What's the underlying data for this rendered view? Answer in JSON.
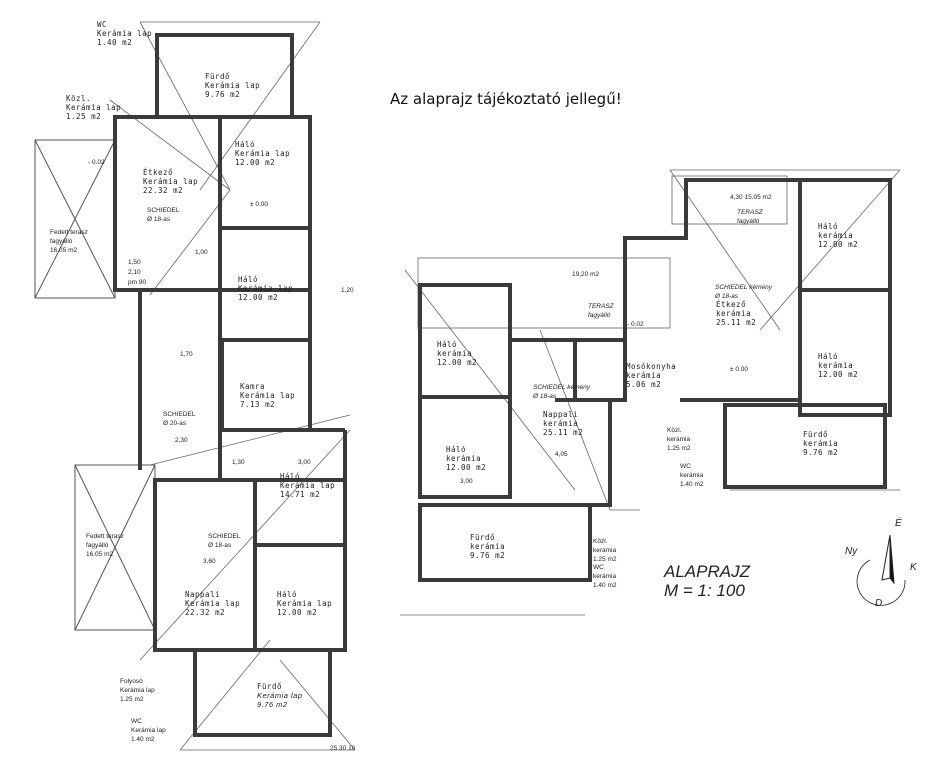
{
  "note": "Az alaprajz tájékoztató jellegű!",
  "title": {
    "line1": "ALAPRAJZ",
    "line2": "M = 1: 100"
  },
  "compass": {
    "n": "É",
    "e": "K",
    "s": "D",
    "w": "Ny"
  },
  "left_plan": {
    "wc_top": [
      "WC",
      "Kerámia lap",
      "1.40 m2"
    ],
    "kozl_top": [
      "Közl.",
      "Kerámia lap",
      "1.25 m2"
    ],
    "furdo_top": [
      "Fürdő",
      "Kerámia lap",
      "9.76 m2"
    ],
    "etkezo": [
      "Étkező",
      "Kerámia lap",
      "22.32 m2"
    ],
    "halo1": [
      "Háló",
      "Kerámia lap",
      "12.00 m2"
    ],
    "halo2": [
      "Háló",
      "Kerámia lap",
      "12.00 m2"
    ],
    "kamra": [
      "Kamra",
      "Kerámia lap",
      "7.13 m2"
    ],
    "schiedel1": [
      "SCHIEDEL",
      "Ø 18-as"
    ],
    "schiedel2": [
      "SCHIEDEL",
      "Ø 20-as"
    ],
    "schiedel3": [
      "SCHIEDEL",
      "Ø 18-as"
    ],
    "terrace1": [
      "Fedett terasz",
      "fagyálló",
      "16.05 m2"
    ],
    "terrace2": [
      "Fedett terasz",
      "fagyálló",
      "16.05 m2"
    ],
    "halo3": [
      "Háló",
      "Kerámia lap",
      "14.71 m2"
    ],
    "nappali": [
      "Nappali",
      "Kerámia lap",
      "22.32 m2"
    ],
    "halo4": [
      "Háló",
      "Kerámia lap",
      "12.00 m2"
    ],
    "folyoso": [
      "Folyosó",
      "Kerámia lap",
      "1.25 m2"
    ],
    "wc_bottom": [
      "WC",
      "Kerámia lap",
      "1.40 m2"
    ],
    "furdo_bottom": [
      "Fürdő",
      "Kerámia lap",
      "9.76 m2"
    ],
    "dims": [
      "± 0.00",
      "- 0.02",
      "1,50",
      "2,10",
      "1,00",
      "pm 90",
      "3,00",
      "3,60",
      "1,30",
      "2,30",
      "1,20",
      "1,70",
      "25 30 10"
    ]
  },
  "right_plan": {
    "halo1": [
      "Háló",
      "kerámia",
      "12.00 m2"
    ],
    "halo2": [
      "Háló",
      "kerámia",
      "12.00 m2"
    ],
    "terasz1": [
      "TERASZ",
      "fagyálló"
    ],
    "terasz1_area": "19,20 m2",
    "nappali": [
      "Nappali",
      "kerámia",
      "25.11 m2"
    ],
    "mosokonyha": [
      "Mosókonyha",
      "kerámia",
      "5.06 m2"
    ],
    "etkezo": [
      "Étkező",
      "kerámia",
      "25.11 m2"
    ],
    "terasz2": [
      "TERASZ",
      "fagyálló"
    ],
    "terasz2_area": "4,30  15.05 m2",
    "halo3": [
      "Háló",
      "kerámia",
      "12.00 m2"
    ],
    "halo4": [
      "Háló",
      "kerámia",
      "12.00 m2"
    ],
    "furdo1": [
      "Fürdő",
      "kerámia",
      "9.76 m2"
    ],
    "kozl1": [
      "Közl.",
      "kerámia",
      "1.25 m2"
    ],
    "wc1": [
      "WC",
      "kerámia",
      "1.40 m2"
    ],
    "furdo2": [
      "Fürdő",
      "kerámia",
      "9.76 m2"
    ],
    "kozl2": [
      "Közl.",
      "kerámia",
      "1.25 m2"
    ],
    "wc2": [
      "WC",
      "kerámia",
      "1.40 m2"
    ],
    "schiedel_a": [
      "SCHIEDEL kémény",
      "Ø 18-as"
    ],
    "schiedel_b": [
      "SCHIEDEL kémény",
      "Ø 18-as"
    ],
    "dims": [
      "4,05",
      "3,00",
      "± 0.00",
      "- 0.02"
    ]
  }
}
